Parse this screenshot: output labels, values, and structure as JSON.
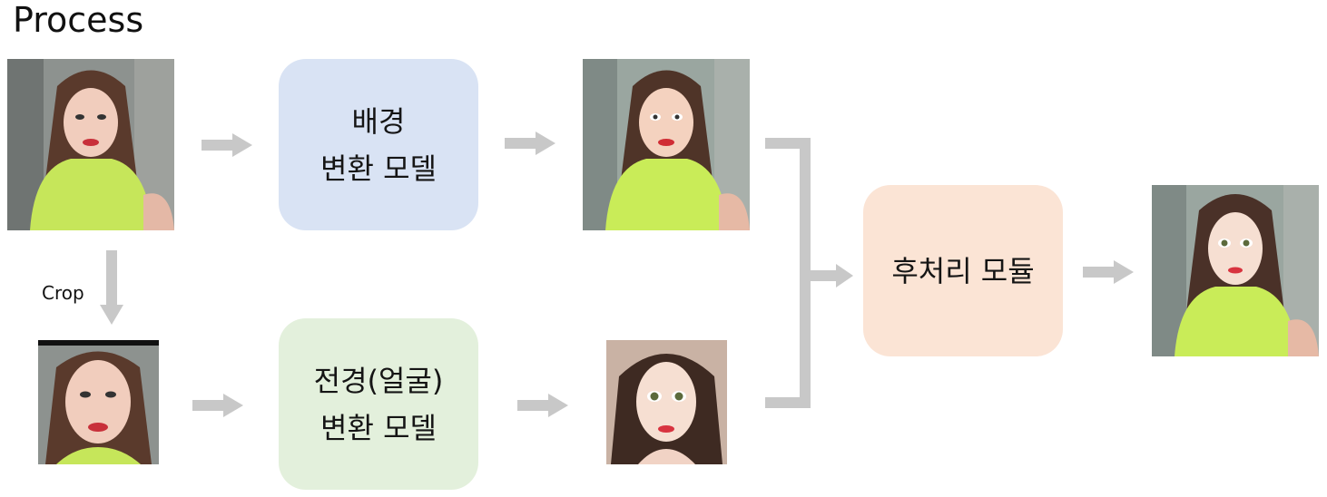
{
  "title": "Process",
  "crop_label": "Crop",
  "boxes": {
    "background_model": {
      "line1": "배경",
      "line2": "변환 모델",
      "color": "#d9e3f4"
    },
    "face_model": {
      "line1": "전경(얼굴)",
      "line2": "변환 모델",
      "color": "#e3f0dc"
    },
    "post_module": {
      "line1": "후처리 모듈",
      "color": "#fbe4d5"
    }
  },
  "colors": {
    "arrow": "#c8c8c8",
    "shirt": "#c6e65a",
    "hair": "#5a3a2c",
    "wall": "#8a8f8c",
    "skin": "#f1cdbd"
  }
}
